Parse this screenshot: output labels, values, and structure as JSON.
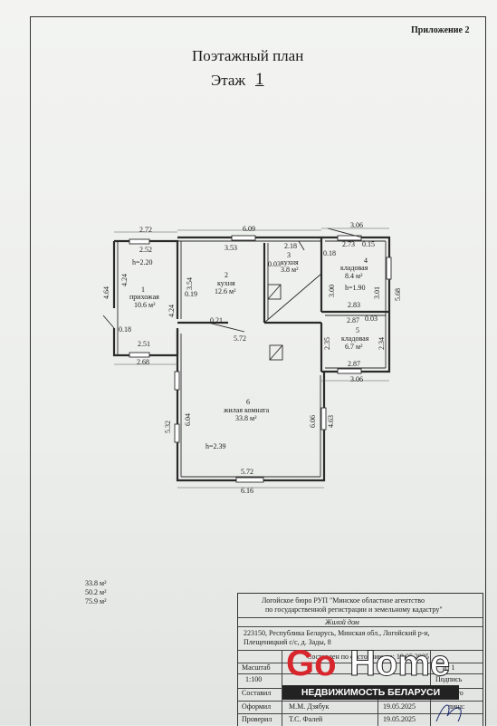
{
  "appendix": "Приложение 2",
  "title": "Поэтажный план",
  "floor_label": "Этаж",
  "floor_number": "1",
  "dims": {
    "top_left": "2.72",
    "left_top": "2.52",
    "left_height": "4.64",
    "left_inner": "4.24",
    "left_bottom_inner": "2.51",
    "left_bottom": "2.68",
    "left_018": "0.18",
    "kitchen_top": "6.09",
    "kitchen_353": "3.53",
    "kitchen_354": "3.54",
    "kitchen_424": "4.24",
    "kitchen_019": "0.19",
    "kitchen_021": "0.21",
    "kitchen_572": "5.72",
    "small_218": "2.18",
    "small_003": "0.03",
    "small_018": "0.18",
    "small_300": "3.00",
    "store_top": "3.06",
    "store_273": "2.73",
    "store_015": "0.15",
    "store_301": "3.01",
    "store_568": "5.68",
    "store_283": "2.83",
    "store_287a": "2.87",
    "store_003": "0.03",
    "store_235": "2.35",
    "store_234": "2.34",
    "store_287b": "2.87",
    "store_bottom": "3.06",
    "room_left": "5.32",
    "room_604": "6.04",
    "room_606": "6.06",
    "room_463": "4.63",
    "room_572": "5.72",
    "room_616": "6.16"
  },
  "rooms": [
    {
      "num": "1",
      "name": "прихожая",
      "area": "10.6 м²",
      "height": "h=2.20"
    },
    {
      "num": "2",
      "name": "кухня",
      "area": "12.6 м²"
    },
    {
      "num": "3",
      "name": "кухня",
      "area": "3.8 м²"
    },
    {
      "num": "4",
      "name": "кладовая",
      "area": "8.4 м²",
      "height": "h=1.90"
    },
    {
      "num": "5",
      "name": "кладовая",
      "area": "6.7 м²"
    },
    {
      "num": "6",
      "name": "жилая комната",
      "area": "33.8 м²",
      "height": "h=2.39"
    }
  ],
  "totals": [
    "33.8 м²",
    "50.2 м²",
    "75.9 м²"
  ],
  "stamp": {
    "org1": "Логойское бюро РУП \"Минское областное агентство",
    "org2": "по государственной регистрации и земельному кадастру\"",
    "object": "Жилой дом",
    "address1": "223150, Республика Беларусь, Минская обл., Логойский р-н,",
    "address2": "Плещеницкий с/с, д. Зады, 8",
    "compiled": "Составлен по состоянию на: 19.05.2025",
    "scale_label": "Масштаб",
    "scale": "1:100",
    "sheets": "из 1",
    "composed": "Составил",
    "signature": "Подпись",
    "composed_extra": "ющего",
    "issued_label": "Оформил",
    "issued_name": "М.М. Дзябук",
    "issued_date": "19.05.2025",
    "checked_label": "Проверил",
    "checked_name": "Т.С. Фалей",
    "checked_date": "19.05.2025",
    "persons": "лица:"
  },
  "watermark": {
    "brand_go": "Go",
    "brand_home": "Home",
    "tagline": "НЕДВИЖИМОСТЬ БЕЛАРУСИ",
    "brand_color": "#d8262d"
  }
}
